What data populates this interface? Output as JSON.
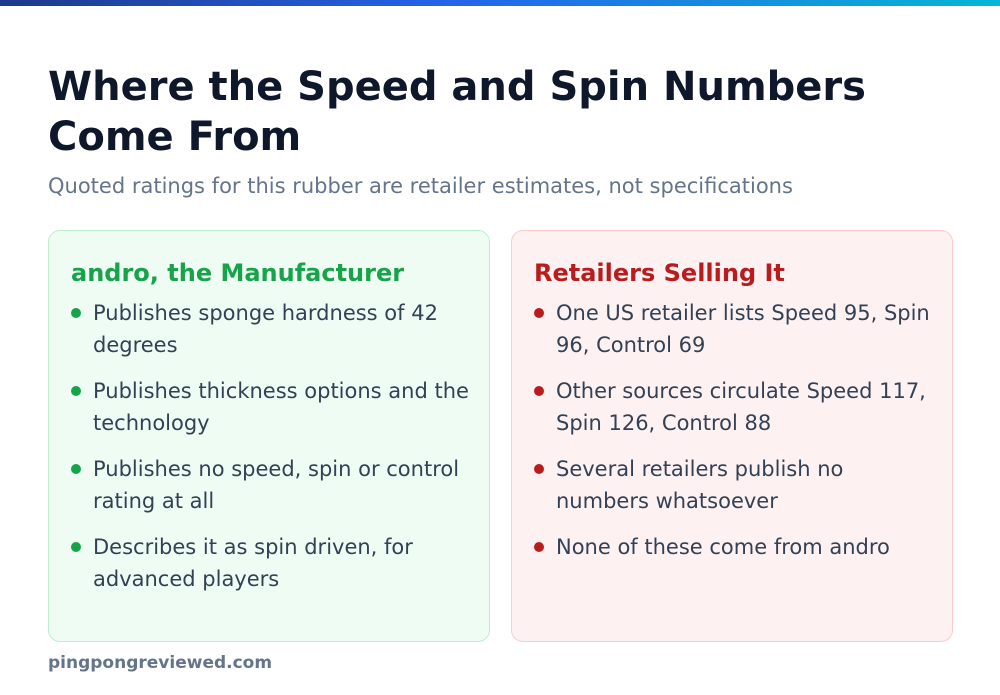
{
  "header": {
    "title": "Where the Speed and Spin Numbers Come From",
    "subtitle": "Quoted ratings for this rubber are retailer estimates, not specifications"
  },
  "panels": {
    "manufacturer": {
      "heading": "andro, the Manufacturer",
      "items": [
        "Publishes sponge hardness of 42 degrees",
        "Publishes thickness options and the technology",
        "Publishes no speed, spin or control rating at all",
        "Describes it as spin driven, for advanced players"
      ]
    },
    "retailers": {
      "heading": "Retailers Selling It",
      "items": [
        "One US retailer lists Speed 95, Spin 96, Control 69",
        "Other sources circulate Speed 117, Spin 126, Control 88",
        "Several retailers publish no numbers whatsoever",
        "None of these come from andro"
      ]
    }
  },
  "footer": {
    "site": "pingpongreviewed.com"
  },
  "colors": {
    "manufacturer_accent": "#16a34a",
    "retailer_accent": "#b91c1c",
    "title": "#0f172a"
  }
}
